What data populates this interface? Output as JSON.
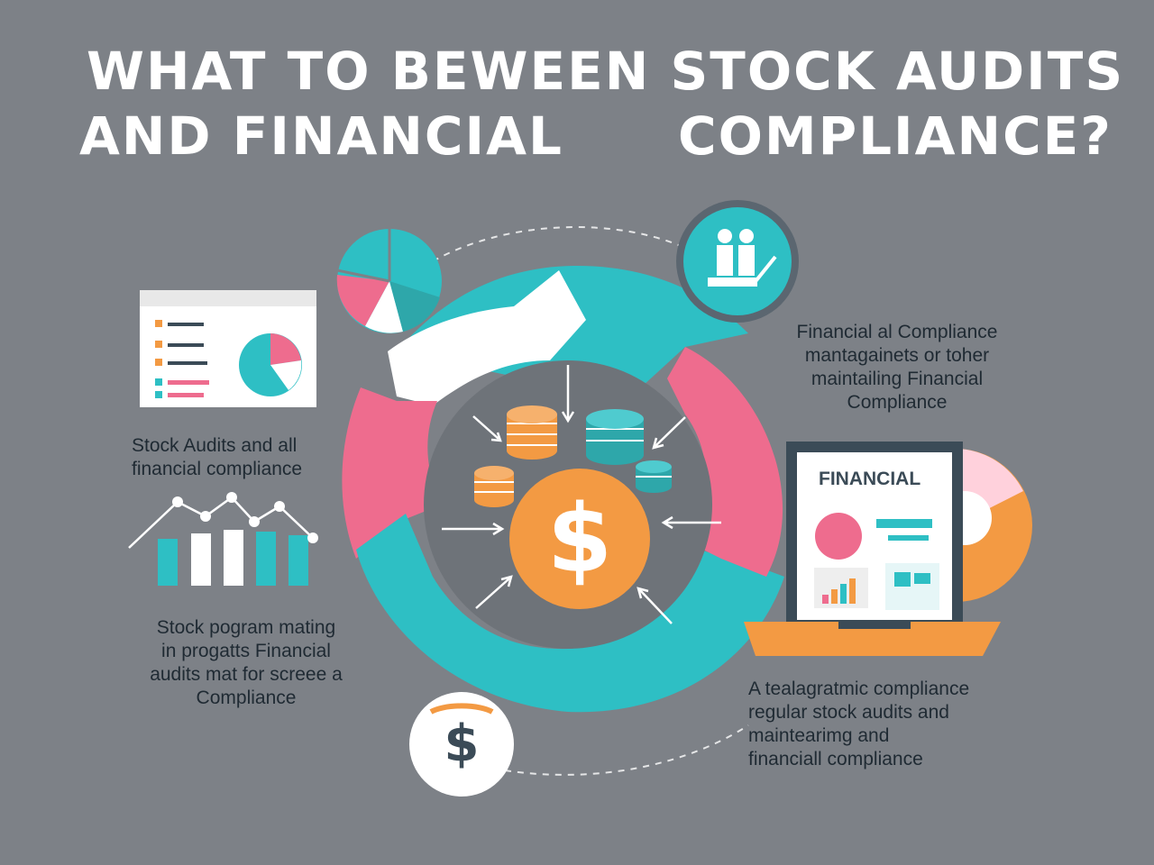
{
  "title": {
    "line1": "WHAT TO BEWEEN  STOCK AUDITS",
    "line2a": "AND FINANCIAL",
    "line2b": "COMPLIANCE?"
  },
  "labels": {
    "stock_audits": [
      "Stock Audits and all",
      "financial compliance"
    ],
    "stock_programming": [
      "Stock pogram mating",
      "in progatts Financial",
      "audits mat for screee a",
      "Compliance"
    ],
    "financial_compliance": [
      "Financial al Compliance",
      "mantagainets or toher",
      "maintailing Financial",
      "Compliance"
    ],
    "teal_compliance": [
      "A tealagratmic compliance",
      "regular stock audits and",
      "maintearimg and",
      "financiall compliance"
    ]
  },
  "laptop_screen_title": "FINANCIAL",
  "symbols": {
    "dollar": "$"
  },
  "colors": {
    "background": "#7d8187",
    "teal": "#2ebfc4",
    "pink": "#ee6c8e",
    "orange": "#f39a43",
    "white": "#ffffff",
    "dark": "#3b4b57"
  }
}
